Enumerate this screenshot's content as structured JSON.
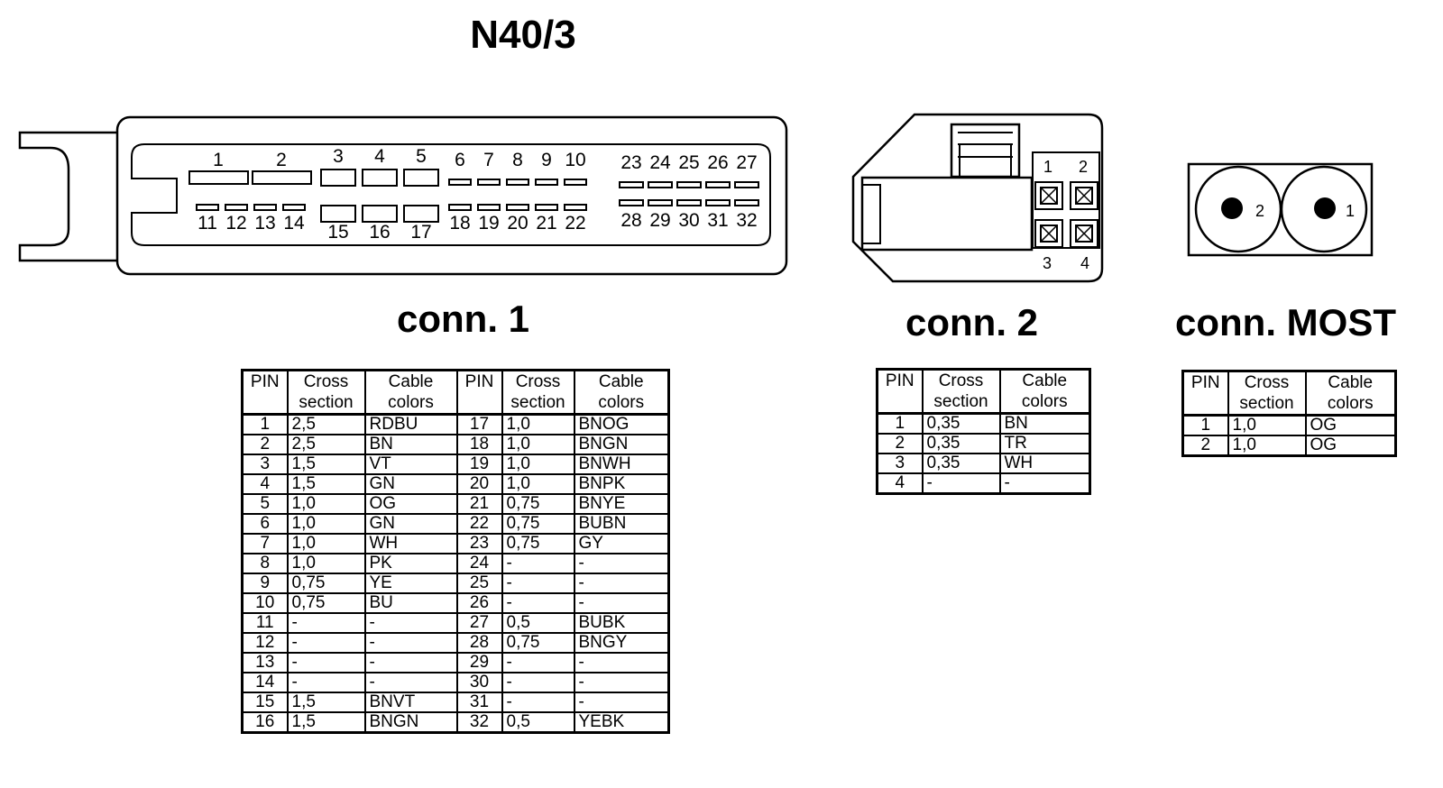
{
  "title": "N40/3",
  "labels": {
    "conn1": "conn. 1",
    "conn2": "conn. 2",
    "most": "conn. MOST"
  },
  "table_headers": {
    "pin": "PIN",
    "cross": [
      "Cross",
      "section"
    ],
    "cable": [
      "Cable",
      "colors"
    ]
  },
  "conn1_pins": {
    "top_large": [
      "1",
      "2"
    ],
    "top_mid": [
      "3",
      "4",
      "5"
    ],
    "bottom_mid": [
      "15",
      "16",
      "17"
    ],
    "top_small": [
      "6",
      "7",
      "8",
      "9",
      "10"
    ],
    "bottom_small_left": [
      "11",
      "12",
      "13",
      "14"
    ],
    "bottom_small": [
      "18",
      "19",
      "20",
      "21",
      "22"
    ],
    "right_top": [
      "23",
      "24",
      "25",
      "26",
      "27"
    ],
    "right_bottom": [
      "28",
      "29",
      "30",
      "31",
      "32"
    ]
  },
  "conn2_pins": [
    "1",
    "2",
    "3",
    "4"
  ],
  "most_pins": [
    "2",
    "1"
  ],
  "conn1_rows": [
    {
      "pin": "1",
      "cross": "2,5",
      "color": "RDBU",
      "pin2": "17",
      "cross2": "1,0",
      "color2": "BNOG"
    },
    {
      "pin": "2",
      "cross": "2,5",
      "color": "BN",
      "pin2": "18",
      "cross2": "1,0",
      "color2": "BNGN"
    },
    {
      "pin": "3",
      "cross": "1,5",
      "color": "VT",
      "pin2": "19",
      "cross2": "1,0",
      "color2": "BNWH"
    },
    {
      "pin": "4",
      "cross": "1,5",
      "color": "GN",
      "pin2": "20",
      "cross2": "1,0",
      "color2": "BNPK"
    },
    {
      "pin": "5",
      "cross": "1,0",
      "color": "OG",
      "pin2": "21",
      "cross2": "0,75",
      "color2": "BNYE"
    },
    {
      "pin": "6",
      "cross": "1,0",
      "color": "GN",
      "pin2": "22",
      "cross2": "0,75",
      "color2": "BUBN"
    },
    {
      "pin": "7",
      "cross": "1,0",
      "color": "WH",
      "pin2": "23",
      "cross2": "0,75",
      "color2": "GY"
    },
    {
      "pin": "8",
      "cross": "1,0",
      "color": "PK",
      "pin2": "24",
      "cross2": "-",
      "color2": "-"
    },
    {
      "pin": "9",
      "cross": "0,75",
      "color": "YE",
      "pin2": "25",
      "cross2": "-",
      "color2": "-"
    },
    {
      "pin": "10",
      "cross": "0,75",
      "color": "BU",
      "pin2": "26",
      "cross2": "-",
      "color2": "-"
    },
    {
      "pin": "11",
      "cross": "-",
      "color": "-",
      "pin2": "27",
      "cross2": "0,5",
      "color2": "BUBK"
    },
    {
      "pin": "12",
      "cross": "-",
      "color": "-",
      "pin2": "28",
      "cross2": "0,75",
      "color2": "BNGY"
    },
    {
      "pin": "13",
      "cross": "-",
      "color": "-",
      "pin2": "29",
      "cross2": "-",
      "color2": "-"
    },
    {
      "pin": "14",
      "cross": "-",
      "color": "-",
      "pin2": "30",
      "cross2": "-",
      "color2": "-"
    },
    {
      "pin": "15",
      "cross": "1,5",
      "color": "BNVT",
      "pin2": "31",
      "cross2": "-",
      "color2": "-"
    },
    {
      "pin": "16",
      "cross": "1,5",
      "color": "BNGN",
      "pin2": "32",
      "cross2": "0,5",
      "color2": "YEBK"
    }
  ],
  "conn2_rows": [
    {
      "pin": "1",
      "cross": "0,35",
      "color": "BN"
    },
    {
      "pin": "2",
      "cross": "0,35",
      "color": "TR"
    },
    {
      "pin": "3",
      "cross": "0,35",
      "color": "WH"
    },
    {
      "pin": "4",
      "cross": "-",
      "color": "-"
    }
  ],
  "most_rows": [
    {
      "pin": "1",
      "cross": "1,0",
      "color": "OG"
    },
    {
      "pin": "2",
      "cross": "1,0",
      "color": "OG"
    }
  ]
}
